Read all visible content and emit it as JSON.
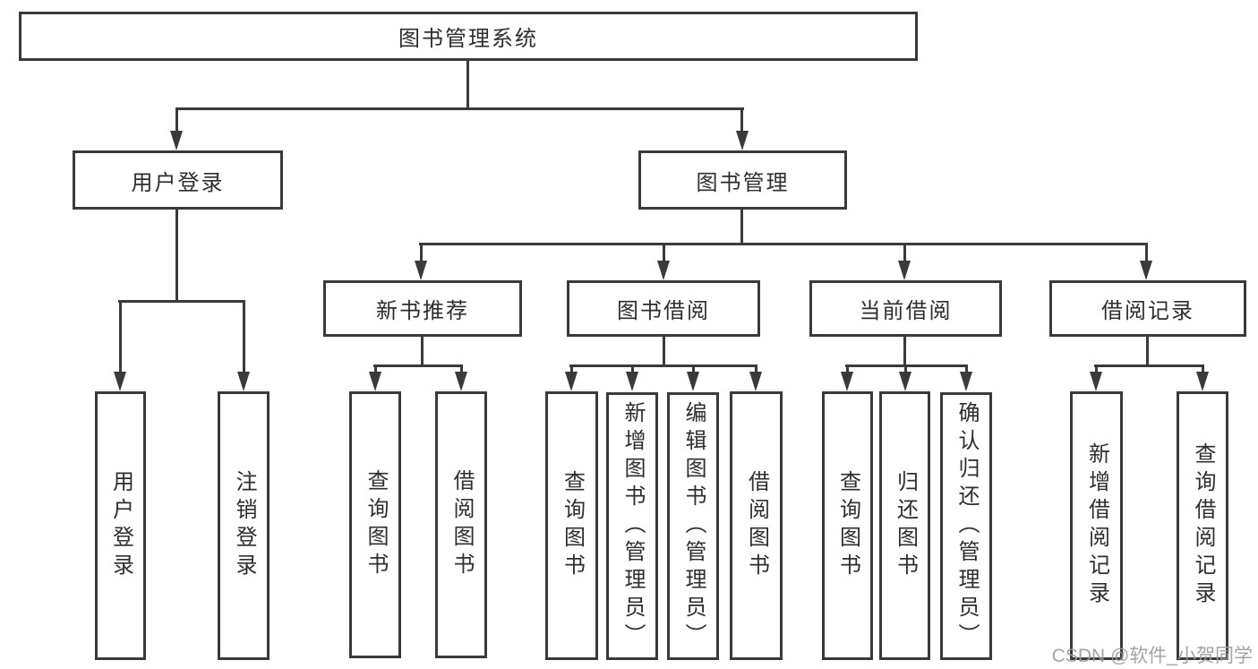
{
  "diagram": {
    "title": "图书管理系统",
    "tree": {
      "root": {
        "label": "图书管理系统"
      },
      "children": [
        {
          "label": "用户登录",
          "children": [
            {
              "label": "用户登录"
            },
            {
              "label": "注销登录"
            }
          ]
        },
        {
          "label": "图书管理",
          "children": [
            {
              "label": "新书推荐",
              "children": [
                {
                  "label": "查询图书"
                },
                {
                  "label": "借阅图书"
                }
              ]
            },
            {
              "label": "图书借阅",
              "children": [
                {
                  "label": "查询图书"
                },
                {
                  "label": "新增图书（管理员）"
                },
                {
                  "label": "编辑图书（管理员）"
                },
                {
                  "label": "借阅图书"
                }
              ]
            },
            {
              "label": "当前借阅",
              "children": [
                {
                  "label": "查询图书"
                },
                {
                  "label": "归还图书"
                },
                {
                  "label": "确认归还（管理员）"
                }
              ]
            },
            {
              "label": "借阅记录",
              "children": [
                {
                  "label": "新增借阅记录"
                },
                {
                  "label": "查询借阅记录"
                }
              ]
            }
          ]
        }
      ]
    },
    "colors": {
      "line": "#3a3a3a",
      "text": "#2e2e2e",
      "background": "#ffffff",
      "watermark": "#9c9ca3"
    },
    "watermark": "CSDN @软件_小贺同学"
  }
}
